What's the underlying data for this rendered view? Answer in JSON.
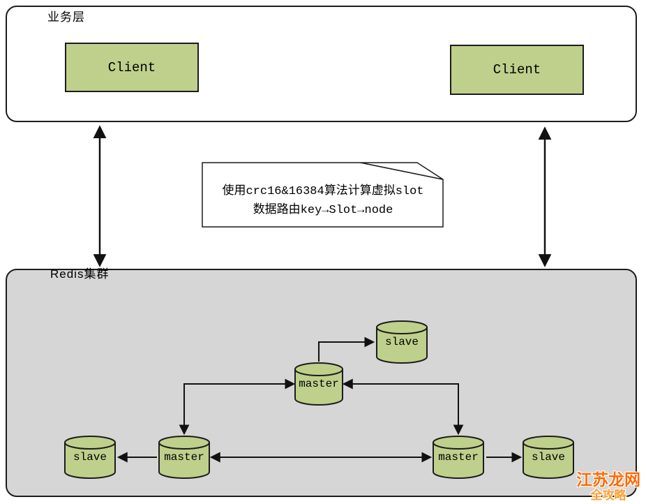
{
  "business_layer": {
    "label": "业务层",
    "clients": [
      {
        "label": "Client"
      },
      {
        "label": "Client"
      }
    ]
  },
  "note": {
    "line1": "使用crc16&16384算法计算虚拟slot",
    "line2": "数据路由key→Slot→node"
  },
  "cluster": {
    "label": "Redis集群",
    "nodes": [
      {
        "id": "slave-top",
        "label": "slave"
      },
      {
        "id": "master-center",
        "label": "master"
      },
      {
        "id": "slave-left",
        "label": "slave"
      },
      {
        "id": "master-left",
        "label": "master"
      },
      {
        "id": "master-right",
        "label": "master"
      },
      {
        "id": "slave-right",
        "label": "slave"
      }
    ]
  },
  "watermark": {
    "line1": "江苏龙网",
    "line2": "全攻略"
  },
  "colors": {
    "node_fill": "#bfd08c",
    "node_border": "#1c1c1c",
    "cluster_bg": "#d6d6d6",
    "watermark_primary": "#ff6a00",
    "watermark_secondary": "#ff9d2e"
  }
}
